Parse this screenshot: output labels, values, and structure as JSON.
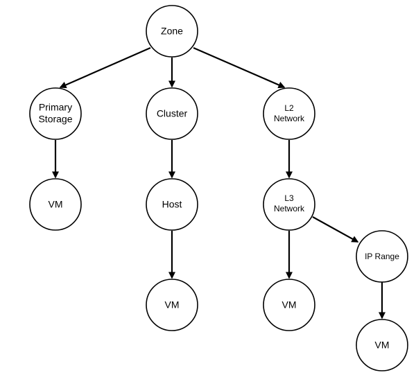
{
  "diagram": {
    "nodes": {
      "zone": "Zone",
      "primary_storage_line1": "Primary",
      "primary_storage_line2": "Storage",
      "cluster": "Cluster",
      "l2_network_line1": "L2",
      "l2_network_line2": "Network",
      "vm_storage": "VM",
      "host": "Host",
      "l3_network_line1": "L3",
      "l3_network_line2": "Network",
      "vm_host": "VM",
      "ip_range": "IP Range",
      "vm_l3": "VM",
      "vm_ip_range": "VM"
    },
    "edges": [
      {
        "from": "Zone",
        "to": "Primary Storage"
      },
      {
        "from": "Zone",
        "to": "Cluster"
      },
      {
        "from": "Zone",
        "to": "L2 Network"
      },
      {
        "from": "Primary Storage",
        "to": "VM"
      },
      {
        "from": "Cluster",
        "to": "Host"
      },
      {
        "from": "L2 Network",
        "to": "L3 Network"
      },
      {
        "from": "Host",
        "to": "VM"
      },
      {
        "from": "L3 Network",
        "to": "VM"
      },
      {
        "from": "L3 Network",
        "to": "IP Range"
      },
      {
        "from": "IP Range",
        "to": "VM"
      }
    ]
  }
}
